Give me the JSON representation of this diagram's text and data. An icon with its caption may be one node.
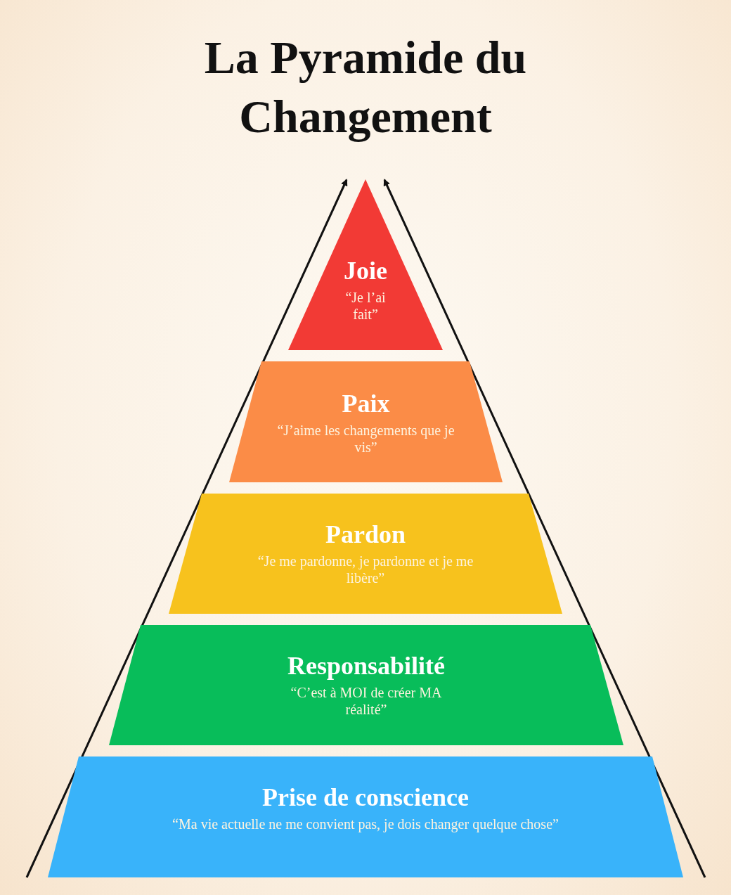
{
  "diagram": {
    "title": "La Pyramide du Changement",
    "nodes": [
      {
        "text": [
          "Joie",
          "“Je l’ai fait”"
        ]
      },
      {
        "text": [
          "Paix",
          "“J’aime les changements que je vis”"
        ]
      },
      {
        "text": [
          "Pardon",
          "“Je me pardonne, je pardonne et je me libère”"
        ]
      },
      {
        "text": [
          "Responsabilité",
          "“C’est à MOI de créer MA réalité”"
        ]
      },
      {
        "text": [
          "Prise de conscience",
          "“Ma vie actuelle ne me convient pas, je dois changer quelque chose”"
        ]
      }
    ]
  }
}
